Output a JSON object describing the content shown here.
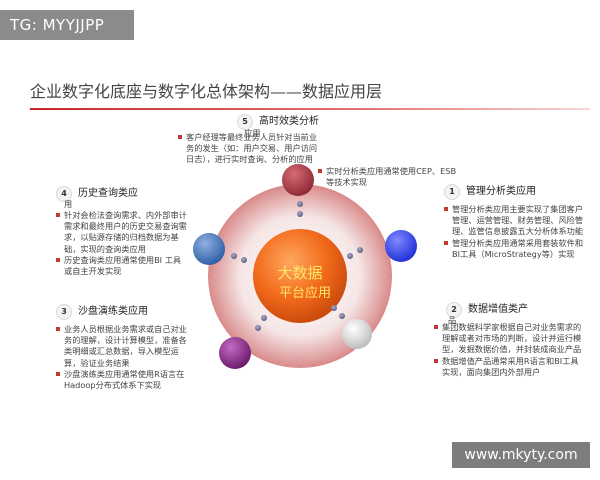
{
  "watermark_top": "TG: MYYJJPP",
  "watermark_bottom": "www.mkyty.com",
  "title": "企业数字化底座与数字化总体架构——数据应用层",
  "center": {
    "line1": "大数据",
    "line2": "平台应用"
  },
  "sections": {
    "realtime": {
      "number": "5",
      "label": "高时效类分析",
      "sub_label": "应用",
      "left_text": "客户经理等最终业务人员针对当前业务的发生（如：用户交易、用户访问日志），进行实时查询、分析的应用",
      "right_text": "实时分析类应用通常使用CEP、ESB等技术实现"
    },
    "history": {
      "number": "4",
      "label": "历史查询类应",
      "sub_label": "用",
      "bullets": [
        "针对会检法查询需求、内外部审计需求和最终用户的历史交易查询需求，以贴源存储的归档数据为基础，实现的查询类应用",
        "历史查询类应用通常使用BI 工具或自主开发实现"
      ]
    },
    "management": {
      "number": "1",
      "label": "管理分析类应用",
      "bullets": [
        "管理分析类应用主要实现了集团客户管理、运营管理、财务管理、风险管理、监管信息披露五大分析体系功能",
        "管理分析类应用通常采用套装软件和BI工具（MicroStrategy等）实现"
      ]
    },
    "sandbox": {
      "number": "3",
      "label": "沙盘演练类应用",
      "bullets": [
        "业务人员根据业务需求或自己对业务的理解，设计计算模型，准备各类明细或汇总数据，导入模型运算，验证业务结果",
        "沙盘演练类应用通常使用R语言在Hadoop分布式体系下实现"
      ]
    },
    "value_added": {
      "number": "2",
      "label": "数据增值类产",
      "sub_label": "品",
      "bullets": [
        "集团数据科学家根据自己对业务需求的理解或者对市场的判断，设计并运行模型，发掘数据价值，并封装成商业产品",
        "数据增值产品通常采用R语言和BI工具实现，面向集团内外部用户"
      ]
    }
  },
  "colors": {
    "top_orb": "#8e2a36",
    "right_orb": "#2230d6",
    "bottom_right_orb": "#d8d8d8",
    "bottom_orb": "#7a1f7a",
    "left_orb": "#3d6fb8",
    "center": "#f26a1b",
    "center_text": "#ffe866",
    "disc_edge": "#d98a8a"
  }
}
